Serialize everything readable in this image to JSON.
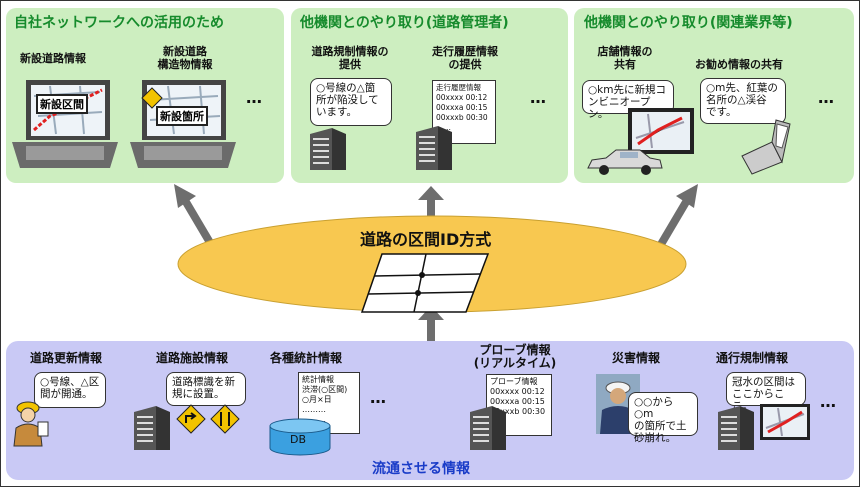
{
  "top": {
    "own_use": {
      "title": "自社ネットワークへの活用のため",
      "items": [
        {
          "label": "新設道路情報",
          "screen_text": "新設区間"
        },
        {
          "label_line1": "新設道路",
          "label_line2": "構造物情報",
          "screen_text": "新設箇所"
        }
      ],
      "more": "…"
    },
    "road_admin": {
      "title": "他機関とのやり取り(道路管理者)",
      "items": [
        {
          "label_line1": "道路規制情報の",
          "label_line2": "提供",
          "bubble_line1": "○号線の△箇",
          "bubble_line2": "所が陥没して",
          "bubble_line3": "います。"
        },
        {
          "label_line1": "走行履歴情報",
          "label_line2": "の提供",
          "doc_lines": [
            "走行履歴情報",
            "00xxxx 00:12",
            "00xxxa 00:15",
            "00xxxb 00:30",
            "……"
          ]
        }
      ],
      "more": "…"
    },
    "industry": {
      "title": "他機関とのやり取り(関連業界等)",
      "items": [
        {
          "label_line1": "店舗情報の",
          "label_line2": "共有",
          "bubble_line1": "○km先に新規コ",
          "bubble_line2": "ンビニオープン。"
        },
        {
          "label": "お勧め情報の共有",
          "bubble_line1": "○m先、紅葉の",
          "bubble_line2": "名所の△渓谷",
          "bubble_line3": "です。"
        }
      ],
      "more": "…"
    }
  },
  "center": {
    "title": "道路の区間ID方式"
  },
  "bottom": {
    "title": "流通させる情報",
    "items": [
      {
        "label": "道路更新情報",
        "bubble_line1": "○号線、△区",
        "bubble_line2": "間が開通。"
      },
      {
        "label": "道路施設情報",
        "bubble_line1": "道路標識を新",
        "bubble_line2": "規に設置。"
      },
      {
        "label": "各種統計情報",
        "doc_lines": [
          "統計情報",
          "渋滞(○区間)",
          "○月×日",
          "………",
          "………"
        ],
        "db_label": "DB"
      },
      {
        "label_line1": "プローブ情報",
        "label_line2": "(リアルタイム)",
        "doc_lines": [
          "プローブ情報",
          "00xxxx 00:12",
          "00xxxa 00:15",
          "00xxxb 00:30",
          "……"
        ]
      },
      {
        "label": "災害情報",
        "bubble_line1": "○○から○m",
        "bubble_line2": "の箇所で土",
        "bubble_line3": "砂崩れ。"
      },
      {
        "label": "通行規制情報",
        "bubble_line1": "冠水の区間は",
        "bubble_line2": "ここからここ。"
      }
    ],
    "more1": "…",
    "more2": "…"
  },
  "colors": {
    "panel_green": "#cdeec0",
    "title_green": "#168b2c",
    "bottom_lavender": "#c9c9f5",
    "bottom_title_blue": "#1a3cc8",
    "ellipse_yellow": "#f8c850",
    "arrow_gray": "#6e6e6e"
  },
  "icons": [
    "laptop-icon",
    "building-icon",
    "car-icon",
    "mobile-phone-icon",
    "road-sign-icon",
    "database-icon",
    "worker-icon",
    "document-icon",
    "map-icon"
  ]
}
